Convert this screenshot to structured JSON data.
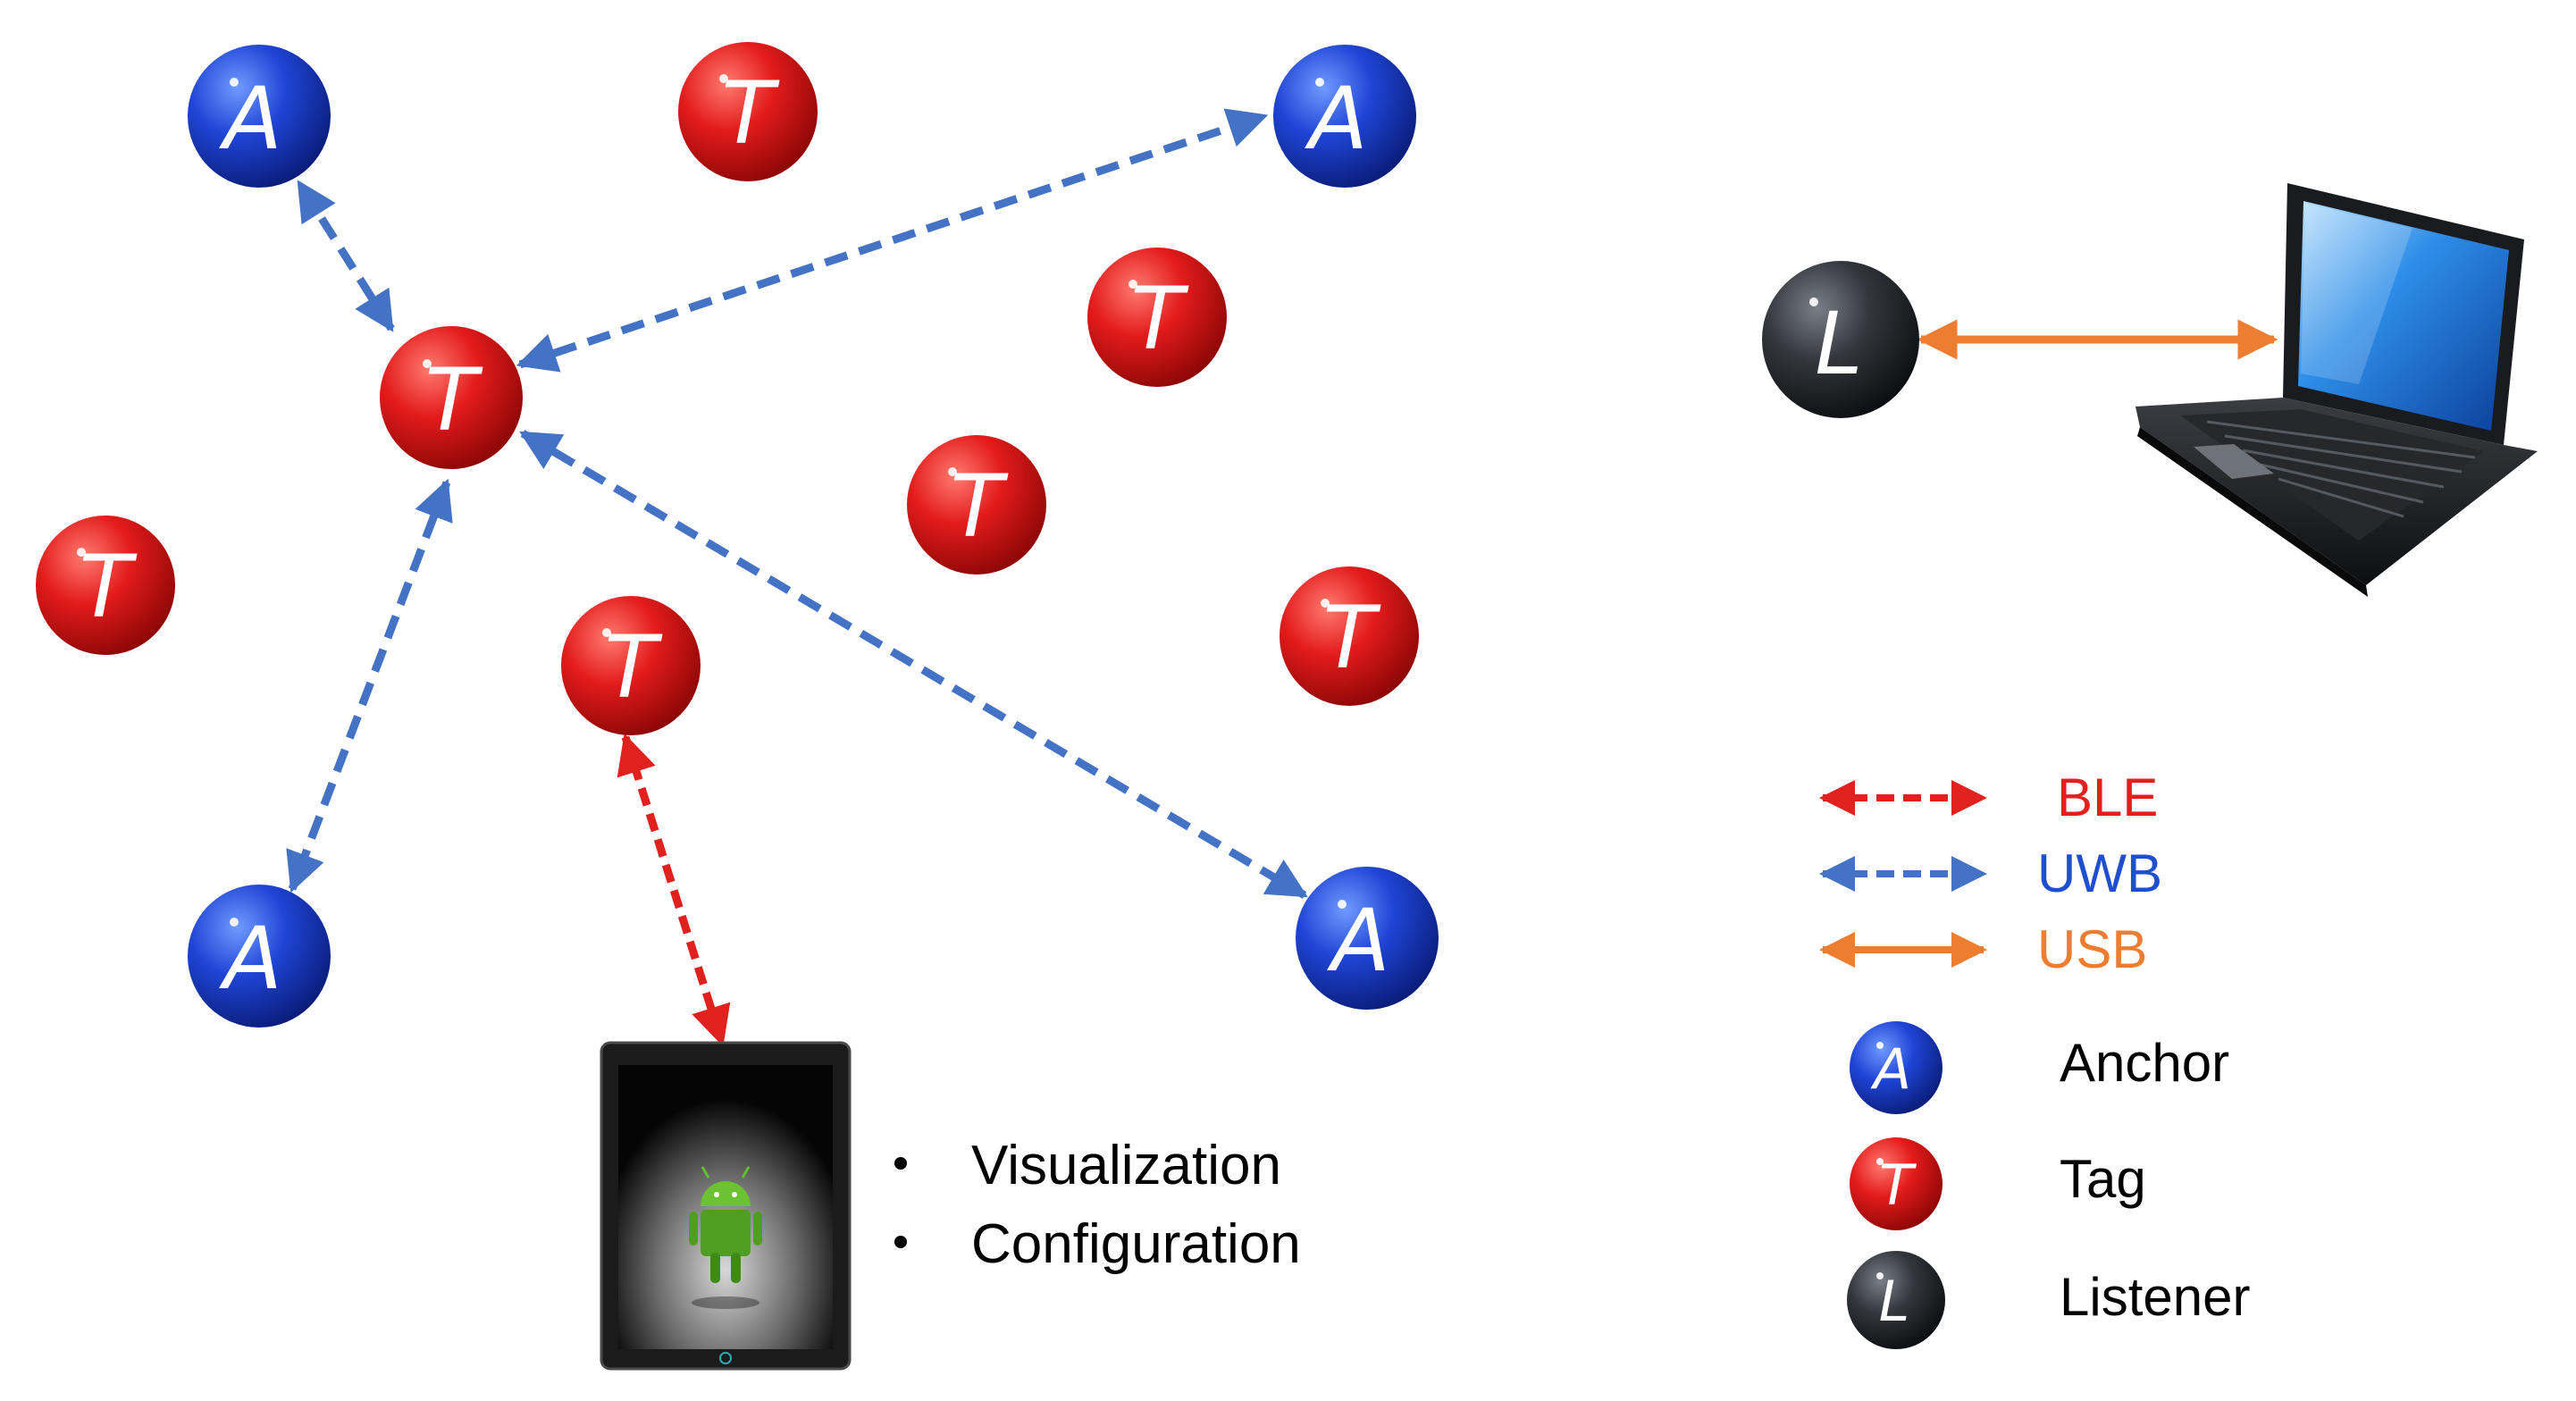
{
  "node_letters": {
    "anchor": "A",
    "tag": "T",
    "listener": "L"
  },
  "legend": {
    "links": [
      {
        "label": "BLE",
        "color": "#e0211d",
        "style": "dashed"
      },
      {
        "label": "UWB",
        "color": "#1f4fd1",
        "style": "dashed",
        "arrow_color": "#4472c4"
      },
      {
        "label": "USB",
        "color": "#ed7d31",
        "style": "solid"
      }
    ],
    "nodes": [
      {
        "label": "Anchor",
        "kind": "anchor"
      },
      {
        "label": "Tag",
        "kind": "tag"
      },
      {
        "label": "Listener",
        "kind": "listener"
      }
    ]
  },
  "tablet_features": [
    "Visualization",
    "Configuration"
  ],
  "colors": {
    "anchor": "#1e44c8",
    "tag": "#e31b1b",
    "listener": "#2e3034",
    "uwb_arrow": "#4472c4",
    "ble_arrow": "#e0211d",
    "usb_arrow": "#ed7d31"
  },
  "icons": [
    "laptop-icon",
    "android-tablet-icon"
  ]
}
